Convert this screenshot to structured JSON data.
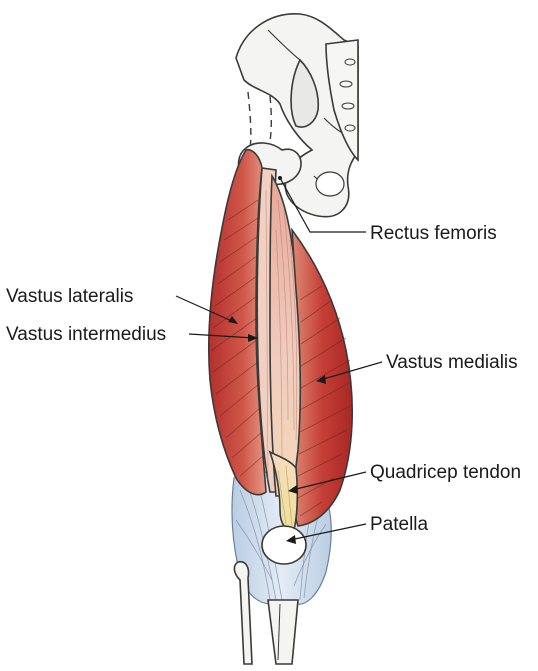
{
  "diagram": {
    "labels": {
      "rectus_femoris": "Rectus femoris",
      "vastus_lateralis": "Vastus lateralis",
      "vastus_intermedius": "Vastus intermedius",
      "vastus_medialis": "Vastus medialis",
      "quadricep_tendon": "Quadricep tendon",
      "patella": "Patella"
    },
    "colors": {
      "muscle_dark": "#b8322e",
      "muscle_mid": "#d45a4b",
      "muscle_light": "#ecbfae",
      "tendon": "#f2e3a6",
      "bone": "#f4f4f2",
      "ligament": "#cfdbea"
    }
  }
}
